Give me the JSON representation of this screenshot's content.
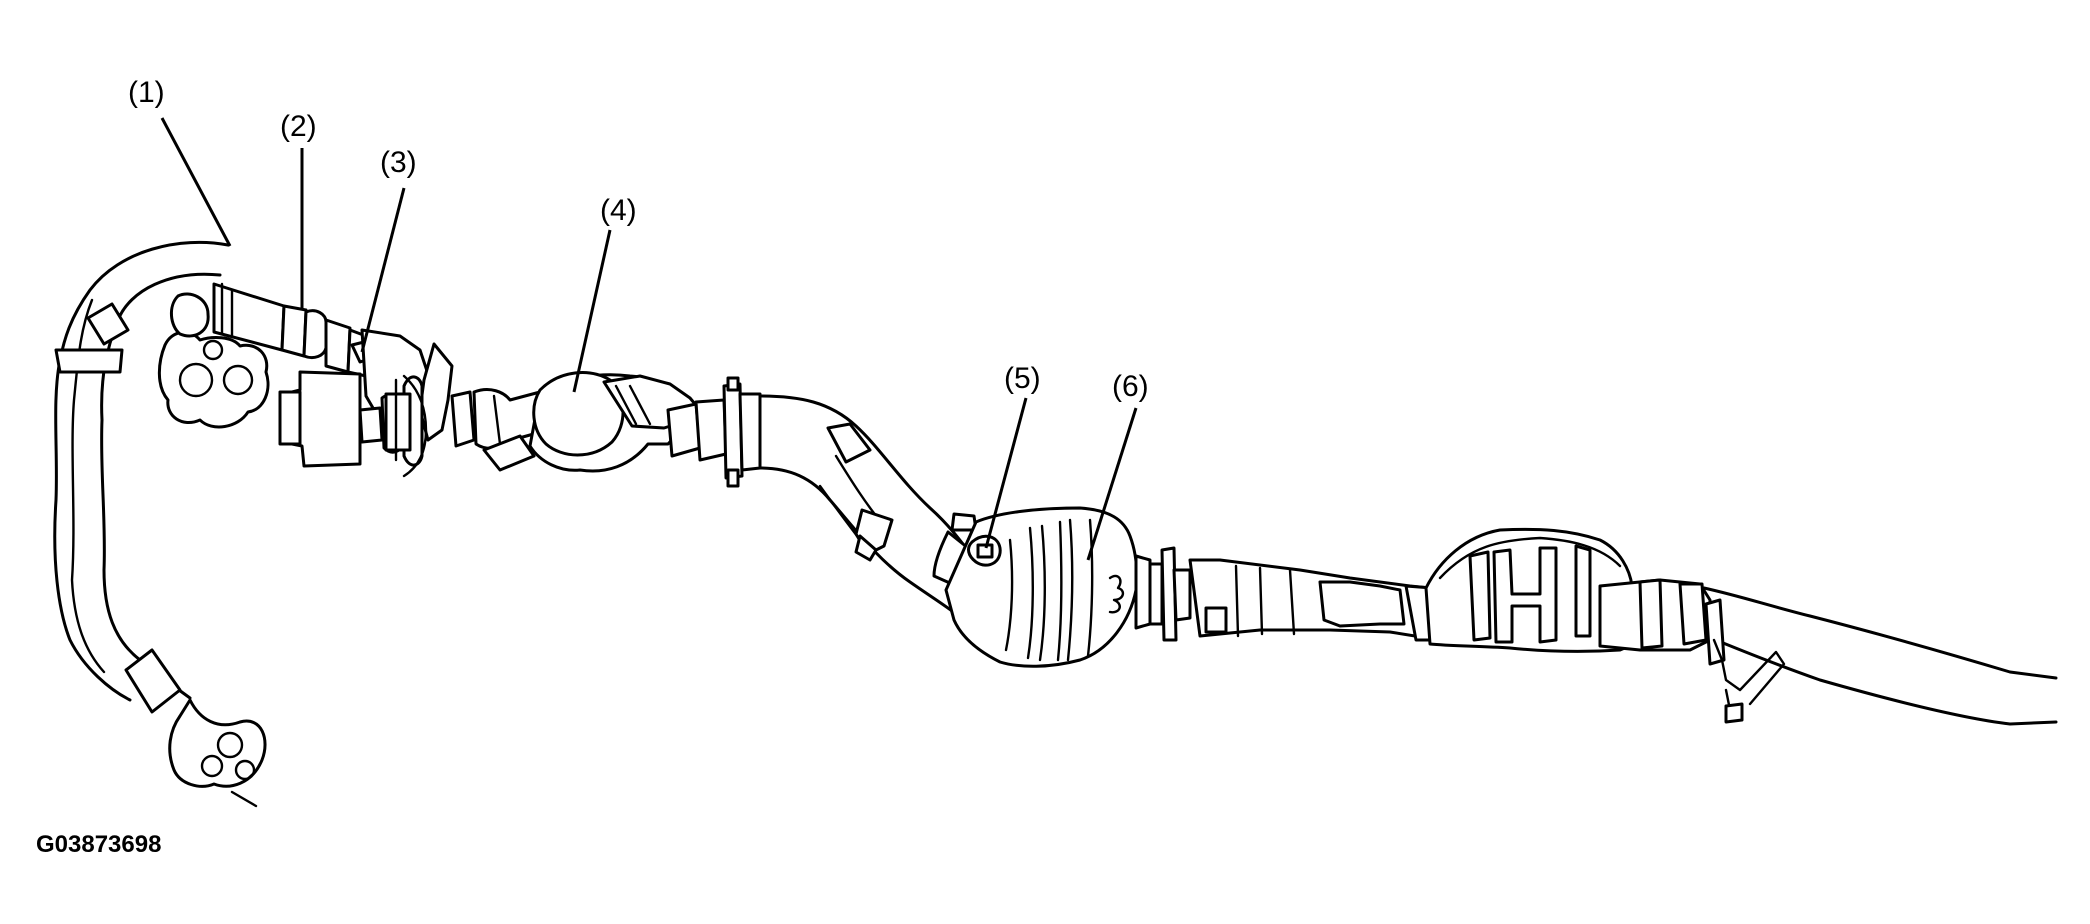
{
  "callouts": [
    {
      "id": "1",
      "text": "(1)"
    },
    {
      "id": "2",
      "text": "(2)"
    },
    {
      "id": "3",
      "text": "(3)"
    },
    {
      "id": "4",
      "text": "(4)"
    },
    {
      "id": "5",
      "text": "(5)"
    },
    {
      "id": "6",
      "text": "(6)"
    }
  ],
  "figure_id": "G03873698"
}
